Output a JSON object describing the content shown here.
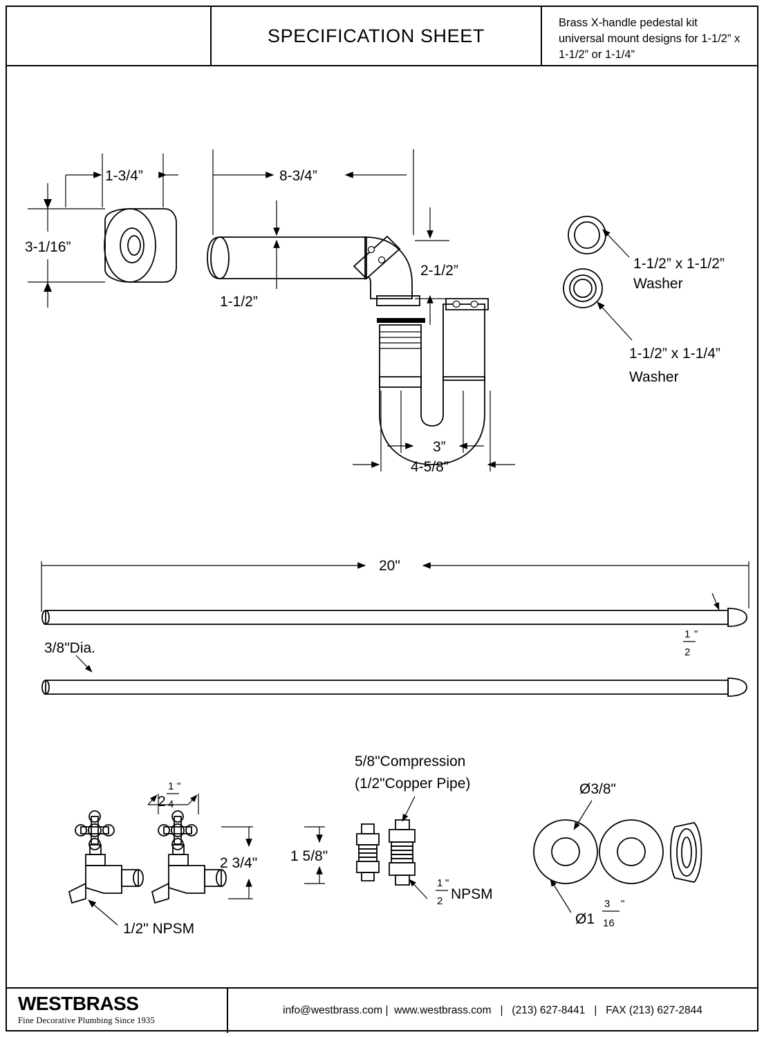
{
  "header": {
    "title": "SPECIFICATION SHEET",
    "description": "Brass X-handle pedestal kit universal mount designs for 1-1/2” x 1-1/2” or 1-1/4”"
  },
  "footer": {
    "brand_name": "WESTBRASS",
    "brand_tagline": "Fine Decorative Plumbing Since 1935",
    "contact": "info@westbrass.com |  www.westbrass.com   |   (213) 627-8441   |   FAX (213) 627-2844"
  },
  "diagram": {
    "top_group": {
      "flange_height": "3-1/16”",
      "flange_width": "1-3/4”",
      "tailpiece_length": "8-3/4”",
      "tailpiece_dia": "1-1/2”",
      "elbow_drop": "2-1/2”",
      "trap_width": "3”",
      "trap_depth": "4-5/8”"
    },
    "washers": [
      {
        "label_line1": "1-1/2” x 1-1/2”",
        "label_line2": "Washer"
      },
      {
        "label_line1": "1-1/2” x 1-1/4”",
        "label_line2": "Washer"
      }
    ],
    "supply_lines": {
      "length": "20\"",
      "diameter_label": "3/8\"Dia.",
      "end_fraction_num": "1",
      "end_fraction_den": "2",
      "end_fraction_unit": "\""
    },
    "valves": {
      "spacing_whole": "2",
      "spacing_num": "1",
      "spacing_den": "4",
      "spacing_unit": "\"",
      "height": "2 3/4\"",
      "thread": "1/2\" NPSM"
    },
    "fittings": {
      "height": "1 5/8\"",
      "compression_line1": "5/8\"Compression",
      "compression_line2": "(1/2\"Copper Pipe)",
      "npsm_num": "1",
      "npsm_den": "2",
      "npsm_unit": "\"",
      "npsm_text": "NPSM"
    },
    "escutcheons": {
      "hole_dia": "Ø3/8\"",
      "outer_dia_prefix": "Ø1",
      "outer_dia_num": "3",
      "outer_dia_den": "16",
      "outer_dia_unit": "\""
    }
  }
}
